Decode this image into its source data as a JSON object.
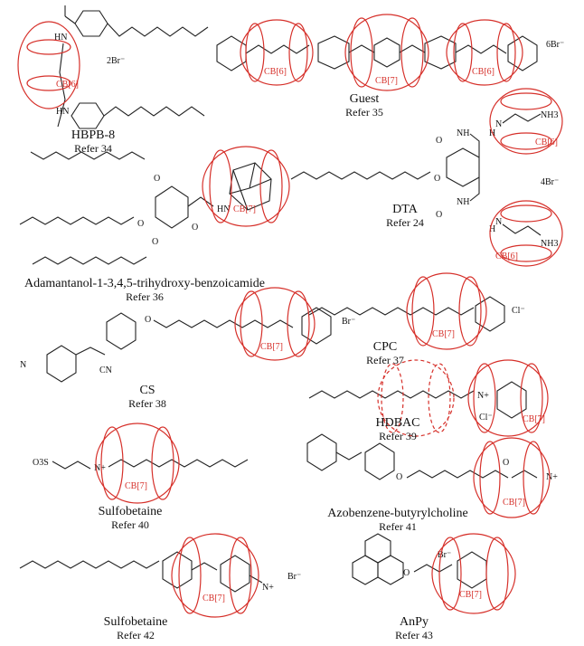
{
  "cb_labels": {
    "cb6": "CB[6]",
    "cb7": "CB[7]"
  },
  "atoms": {
    "hn": "HN",
    "nh": "NH",
    "n": "N",
    "nplus": "N+",
    "o": "O",
    "s": "S",
    "h": "H",
    "nh3": "NH3",
    "cn": "CN",
    "cl": "Cl",
    "br": "Br",
    "o3s": "O3S"
  },
  "charges": {
    "hbpb": "2Br⁻",
    "guest": "6Br⁻",
    "dta": "4Br⁻",
    "cpc": "Cl⁻",
    "hdbac": "Cl⁻",
    "cs": "Br⁻",
    "sulf42": "Br⁻",
    "anpy": "Br⁻"
  },
  "compounds": [
    {
      "id": "hbpb",
      "name": "HBPB-8",
      "ref": "Refer 34"
    },
    {
      "id": "guest",
      "name": "Guest",
      "ref": "Refer 35"
    },
    {
      "id": "dta",
      "name": "DTA",
      "ref": "Refer 24"
    },
    {
      "id": "adam",
      "name": "Adamantanol-1-3,4,5-trihydroxy-benzoicamide",
      "ref": "Refer 36"
    },
    {
      "id": "cpc",
      "name": "CPC",
      "ref": "Refer 37"
    },
    {
      "id": "cs",
      "name": "CS",
      "ref": "Refer 38"
    },
    {
      "id": "hdbac",
      "name": "HDBAC",
      "ref": "Refer 39"
    },
    {
      "id": "sulf40",
      "name": "Sulfobetaine",
      "ref": "Refer 40"
    },
    {
      "id": "azo",
      "name": "Azobenzene-butyrylcholine",
      "ref": "Refer 41"
    },
    {
      "id": "sulf42",
      "name": "Sulfobetaine",
      "ref": "Refer 42"
    },
    {
      "id": "anpy",
      "name": "AnPy",
      "ref": "Refer 43"
    }
  ],
  "colors": {
    "cucurbituril": "#d6302a",
    "bond": "#222222"
  }
}
